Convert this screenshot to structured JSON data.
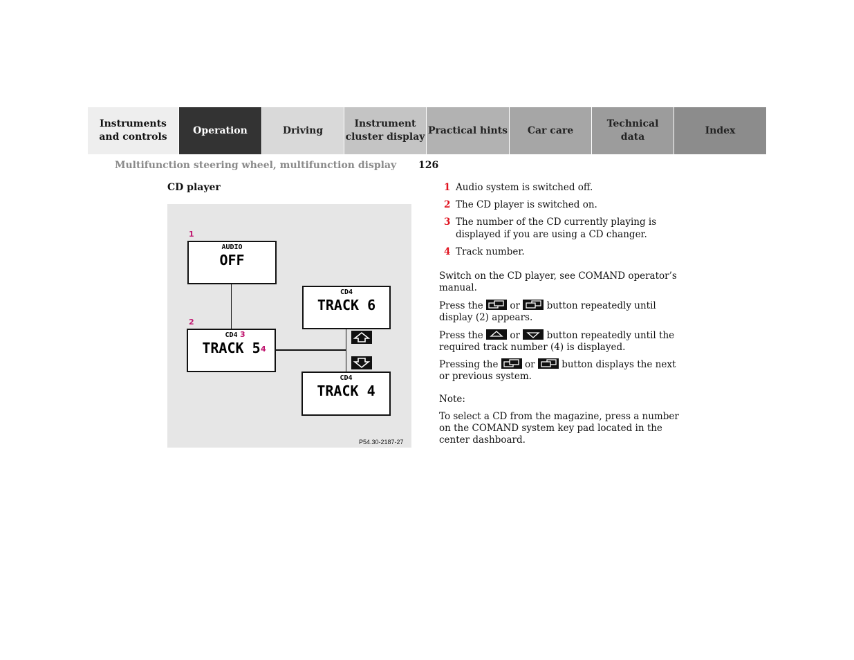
{
  "nav": {
    "tabs": [
      {
        "label": "Instruments\nand controls"
      },
      {
        "label": "Operation"
      },
      {
        "label": "Driving"
      },
      {
        "label": "Instrument\ncluster display"
      },
      {
        "label": "Practical hints"
      },
      {
        "label": "Car care"
      },
      {
        "label": "Technical\ndata"
      },
      {
        "label": "Index"
      }
    ]
  },
  "header": {
    "breadcrumb": "Multifunction steering wheel, multifunction display",
    "page_number": "126"
  },
  "section_title": "CD player",
  "figure": {
    "d1": {
      "small": "AUDIO",
      "big": "OFF"
    },
    "d2": {
      "small": "CD4",
      "big": "TRACK 5"
    },
    "d3": {
      "small": "CD4",
      "big": "TRACK 6"
    },
    "d4": {
      "small": "CD4",
      "big": "TRACK 4"
    },
    "callouts": [
      "1",
      "2",
      "3",
      "4"
    ],
    "figure_id": "P54.30-2187-27"
  },
  "items": [
    {
      "num": "1",
      "text": "Audio system is switched off."
    },
    {
      "num": "2",
      "text": "The CD player is switched on."
    },
    {
      "num": "3",
      "text": "The number of the CD currently playing is displayed if you are using a CD changer."
    },
    {
      "num": "4",
      "text": "Track number."
    }
  ],
  "paragraphs": {
    "p1": "Switch on the CD player, see COMAND operator’s manual.",
    "p2a": "Press the",
    "p2b": "or",
    "p2c": "button repeatedly until display (2) appears.",
    "p3a": "Press the",
    "p3b": "or",
    "p3c": "button repeatedly until the required track number (4) is displayed.",
    "p4a": "Pressing the",
    "p4b": "or",
    "p4c": "button displays the next or previous system.",
    "note_label": "Note:",
    "note_text": "To select a CD from the magazine, press a number on the COMAND system key pad located in the center dashboard."
  },
  "colors": {
    "callout": "#c0146e",
    "item_number": "#e0121e",
    "active_tab": "#333333"
  },
  "icons": [
    "system-prev-button-icon",
    "system-next-button-icon",
    "arrow-up-button-icon",
    "arrow-down-button-icon"
  ]
}
